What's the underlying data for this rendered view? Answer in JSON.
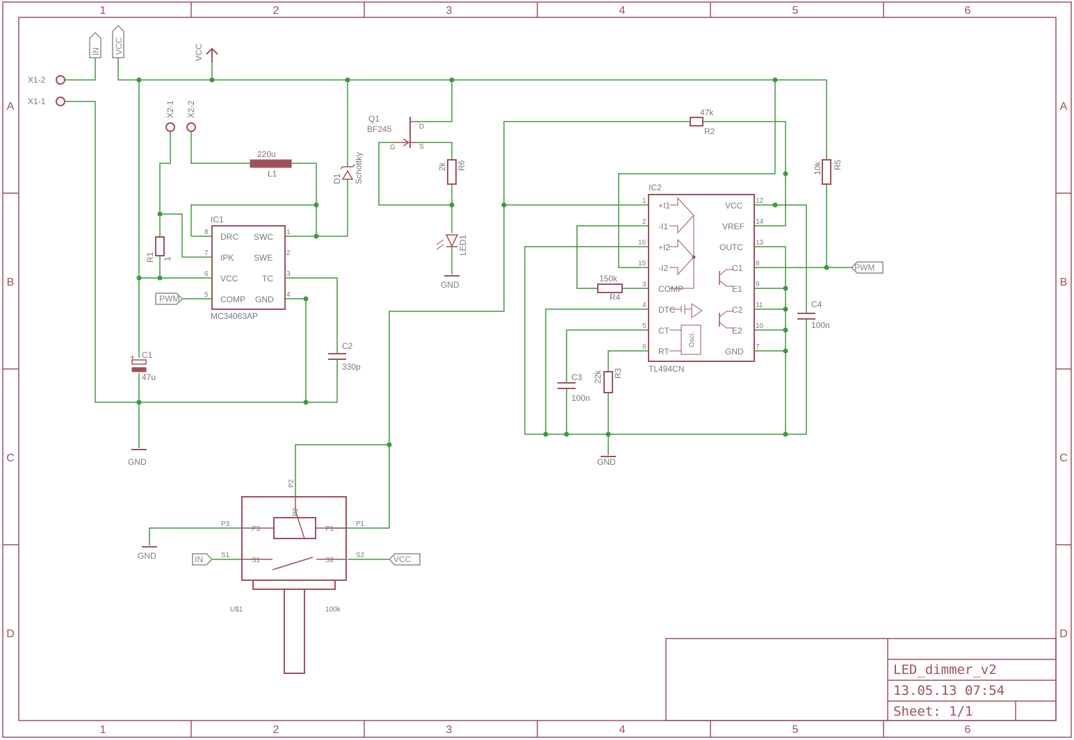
{
  "grid": {
    "cols": [
      "1",
      "2",
      "3",
      "4",
      "5",
      "6"
    ],
    "rows": [
      "A",
      "B",
      "C",
      "D"
    ]
  },
  "title_block": {
    "name": "LED_dimmer_v2",
    "date": "13.05.13 07:54",
    "sheet": "Sheet: 1/1"
  },
  "connectors": {
    "x1_2": "X1-2",
    "x1_1": "X1-1",
    "x2_1": "X2-1",
    "x2_2": "X2-2"
  },
  "ports": {
    "in": "IN",
    "vcc": "VCC",
    "pwm": "PWM",
    "gnd": "GND"
  },
  "ic1": {
    "name": "IC1",
    "part": "MC34063AP",
    "pins_left": [
      {
        "num": "8",
        "name": "DRC"
      },
      {
        "num": "7",
        "name": "IPK"
      },
      {
        "num": "6",
        "name": "VCC"
      },
      {
        "num": "5",
        "name": "COMP"
      }
    ],
    "pins_right": [
      {
        "num": "1",
        "name": "SWC"
      },
      {
        "num": "2",
        "name": "SWE"
      },
      {
        "num": "3",
        "name": "TC"
      },
      {
        "num": "4",
        "name": "GND"
      }
    ]
  },
  "ic2": {
    "name": "IC2",
    "part": "TL494CN",
    "pins_left": [
      {
        "num": "1",
        "name": "+I1"
      },
      {
        "num": "2",
        "name": "-I1"
      },
      {
        "num": "16",
        "name": "+I2"
      },
      {
        "num": "15",
        "name": "-I2"
      },
      {
        "num": "3",
        "name": "COMP"
      },
      {
        "num": "4",
        "name": "DTC"
      },
      {
        "num": "5",
        "name": "CT"
      },
      {
        "num": "6",
        "name": "RT"
      }
    ],
    "pins_right": [
      {
        "num": "12",
        "name": "VCC"
      },
      {
        "num": "14",
        "name": "VREF"
      },
      {
        "num": "13",
        "name": "OUTC"
      },
      {
        "num": "8",
        "name": "C1"
      },
      {
        "num": "9",
        "name": "E1"
      },
      {
        "num": "11",
        "name": "C2"
      },
      {
        "num": "10",
        "name": "E2"
      },
      {
        "num": "7",
        "name": "GND"
      }
    ],
    "osc": "Osci."
  },
  "q1": {
    "name": "Q1",
    "part": "BF245",
    "g": "G",
    "d": "D",
    "s": "S"
  },
  "r1": {
    "name": "R1",
    "value": "1"
  },
  "r2": {
    "name": "R2",
    "value": "47k"
  },
  "r3": {
    "name": "R3",
    "value": "22k"
  },
  "r4": {
    "name": "R4",
    "value": "150k"
  },
  "r5": {
    "name": "R5",
    "value": "10k"
  },
  "r6": {
    "name": "R6",
    "value": "2k"
  },
  "c1": {
    "name": "C1",
    "value": "47u"
  },
  "c2": {
    "name": "C2",
    "value": "330p"
  },
  "c3": {
    "name": "C3",
    "value": "100n"
  },
  "c4": {
    "name": "C4",
    "value": "100n"
  },
  "l1": {
    "name": "L1",
    "value": "220u"
  },
  "d1": {
    "name": "D1",
    "value": "Schottky"
  },
  "led1": {
    "name": "LED1"
  },
  "pot": {
    "name": "U$1",
    "value": "100k",
    "p1": "P1",
    "p2": "P2",
    "p3": "P3",
    "s1": "S1",
    "s2": "S2"
  },
  "vcc_label": "VCC"
}
